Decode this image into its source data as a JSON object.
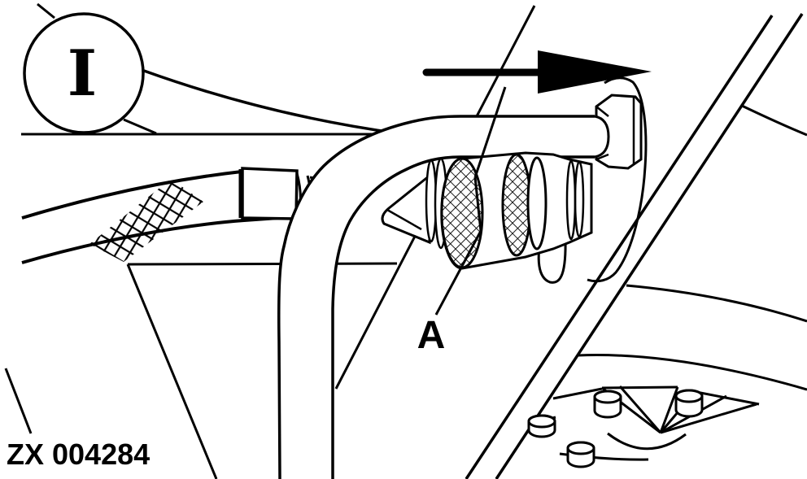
{
  "figure": {
    "type": "technical-line-drawing",
    "description": "Service manual illustration of a quick-release coupling (A) on a hose line, with removal direction arrow",
    "callout_label": "I",
    "part_label": "A",
    "figure_code": "ZX 004284",
    "arrow_direction": "right"
  },
  "colors": {
    "line": "#000000",
    "background": "#ffffff"
  }
}
